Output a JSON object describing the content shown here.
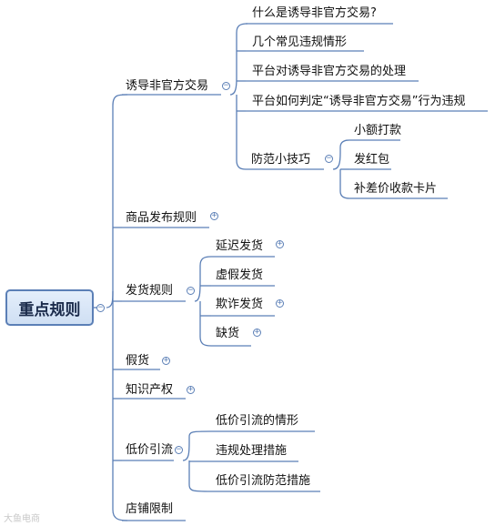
{
  "root": {
    "label": "重点规则"
  },
  "branches": {
    "induce": {
      "label": "诱导非官方交易",
      "items": [
        "什么是诱导非官方交易?",
        "几个常见违规情形",
        "平台对诱导非官方交易的处理",
        "平台如何判定“诱导非官方交易”行为违规"
      ],
      "tips": {
        "label": "防范小技巧",
        "items": [
          "小额打款",
          "发红包",
          "补差价收款卡片"
        ]
      }
    },
    "publish": {
      "label": "商品发布规则"
    },
    "shipping": {
      "label": "发货规则",
      "items": [
        "延迟发货",
        "虚假发货",
        "欺诈发货",
        "缺货"
      ]
    },
    "fake": {
      "label": "假货"
    },
    "ip": {
      "label": "知识产权"
    },
    "lowprice": {
      "label": "低价引流",
      "items": [
        "低价引流的情形",
        "违规处理措施",
        "低价引流防范措施"
      ]
    },
    "store": {
      "label": "店铺限制"
    }
  },
  "watermark": "大鱼电商",
  "toggle_symbols": {
    "collapse": "−",
    "expand": "+"
  },
  "colors": {
    "line": "#5b7fb6",
    "root_border": "#5b7fb6",
    "root_fill": "#d8e6f6"
  }
}
